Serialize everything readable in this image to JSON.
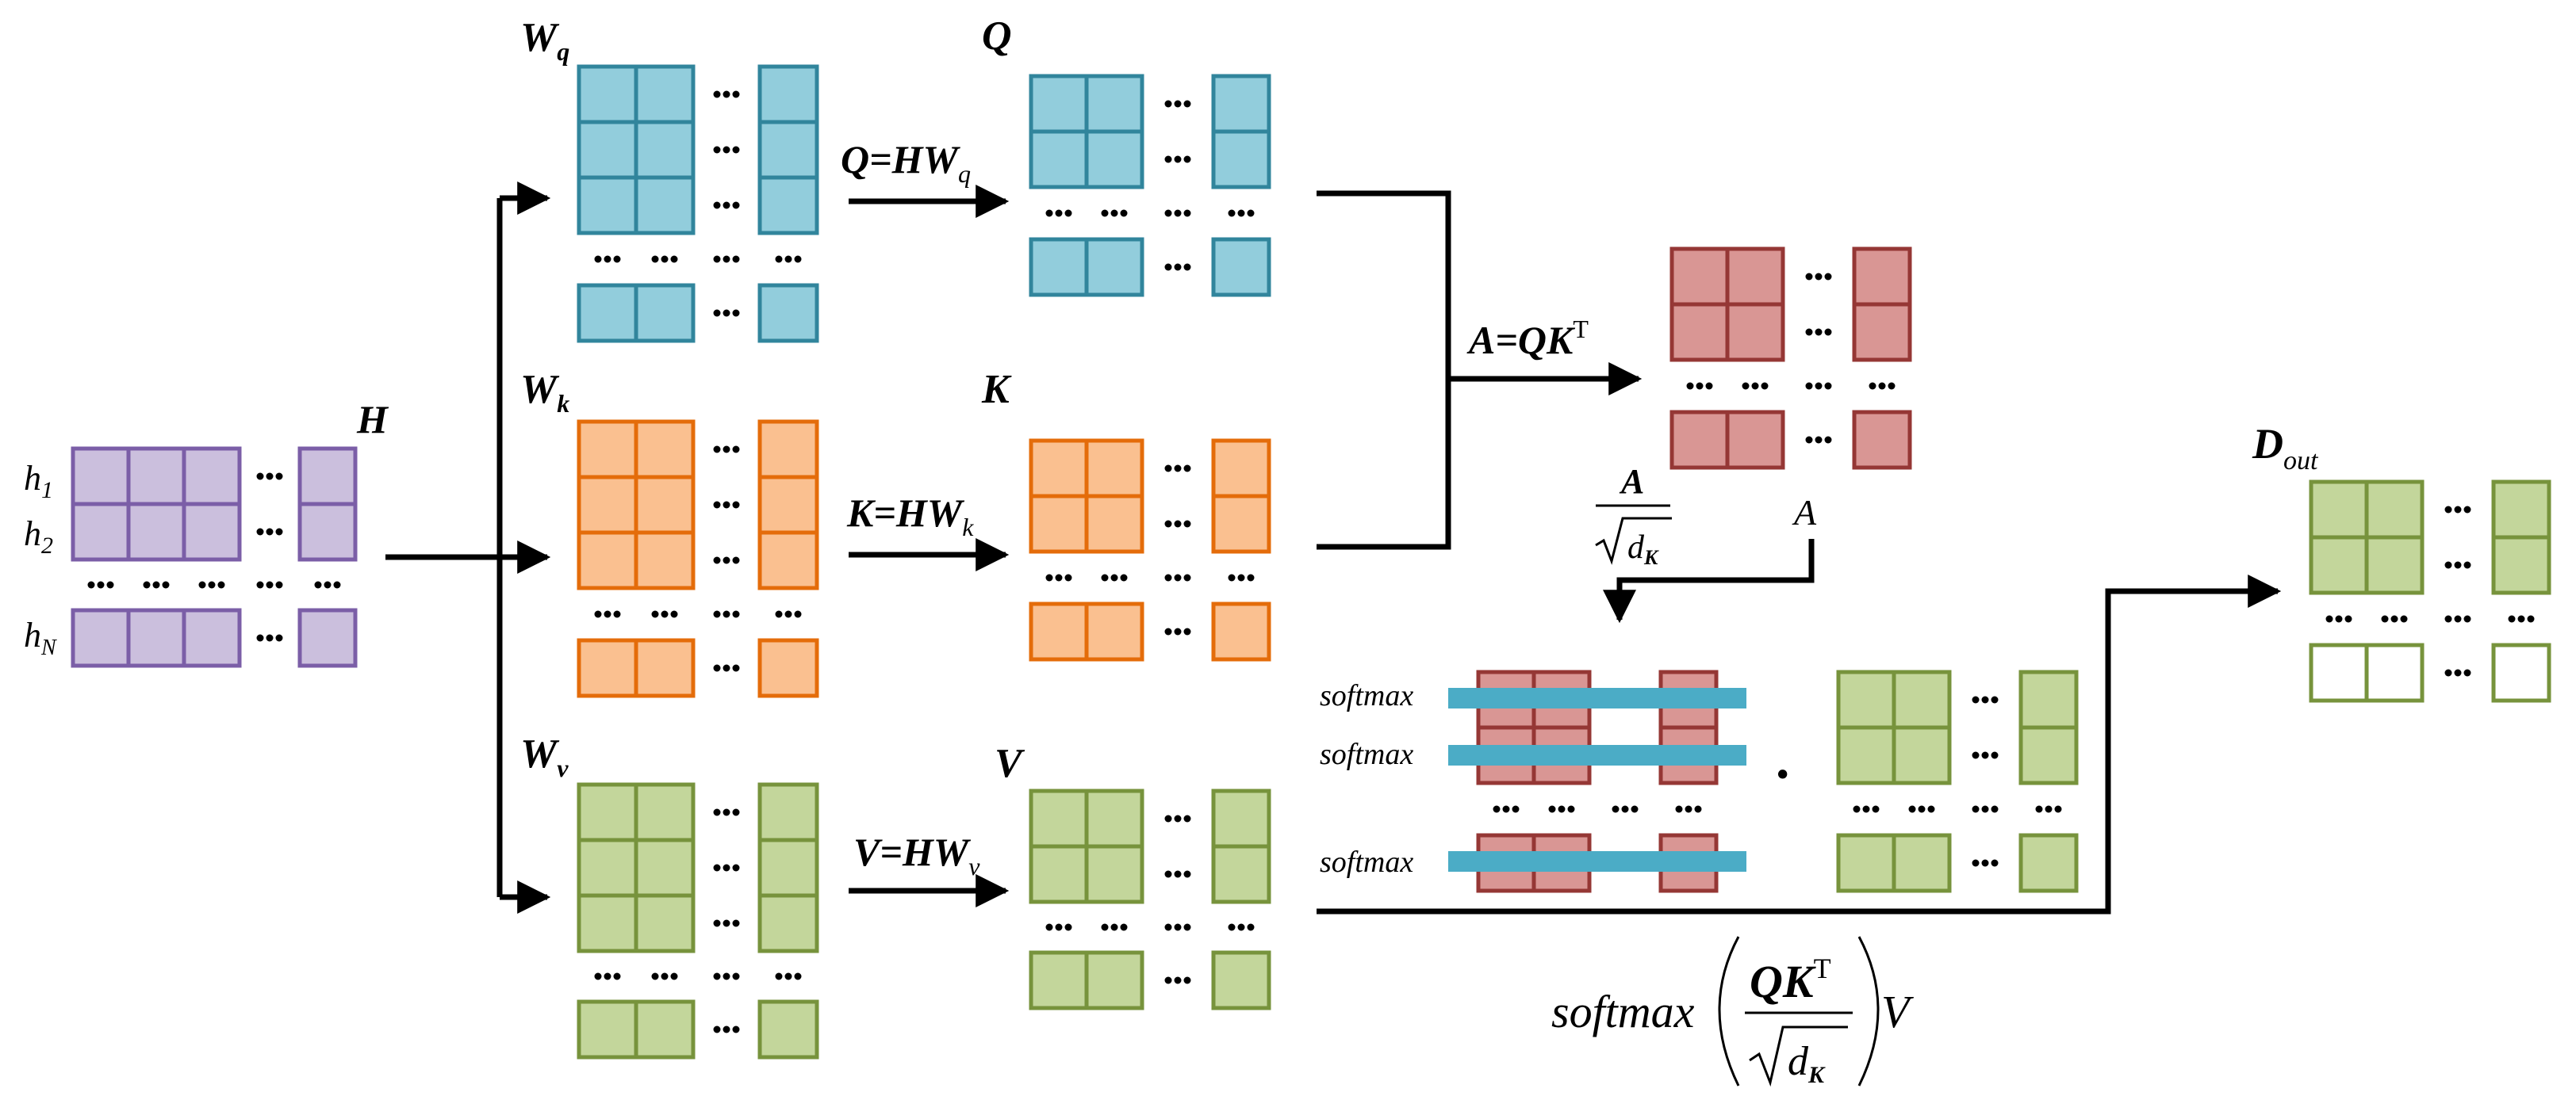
{
  "colors": {
    "purple": {
      "fill": "#cbbfdd",
      "stroke": "#7b5ea7"
    },
    "blue": {
      "fill": "#92cddc",
      "stroke": "#31859c"
    },
    "orange": {
      "fill": "#fac090",
      "stroke": "#e46c0a"
    },
    "green": {
      "fill": "#c3d69b",
      "stroke": "#77933c"
    },
    "red": {
      "fill": "#d99694",
      "stroke": "#953735"
    },
    "softmax_bar": "#4bacc6",
    "line": "#000000"
  },
  "labels": {
    "H": "H",
    "h1": {
      "base": "h",
      "sub": "1"
    },
    "h2": {
      "base": "h",
      "sub": "2"
    },
    "hN": {
      "base": "h",
      "sub": "N"
    },
    "Wq": {
      "base": "W",
      "sub": "q"
    },
    "Wk": {
      "base": "W",
      "sub": "k"
    },
    "Wv": {
      "base": "W",
      "sub": "v"
    },
    "Q": "Q",
    "K": "K",
    "V": "V",
    "eq_q": {
      "main": "Q=HW",
      "sub": "q"
    },
    "eq_k": {
      "main": "K=HW",
      "sub": "k"
    },
    "eq_v": {
      "main": "V=HW",
      "sub": "v"
    },
    "eq_a": {
      "main": "A=QK",
      "sup": "T"
    },
    "scale_num": "A",
    "scale_den": {
      "base": "d",
      "sub": "K"
    },
    "a_label": "A",
    "softmax": "softmax",
    "dot": "·",
    "dout": {
      "base": "D",
      "sub": "out"
    },
    "formula": {
      "func": "softmax",
      "num": "QK",
      "sup": "T",
      "den": {
        "base": "d",
        "sub": "K"
      },
      "tail": "V"
    }
  }
}
